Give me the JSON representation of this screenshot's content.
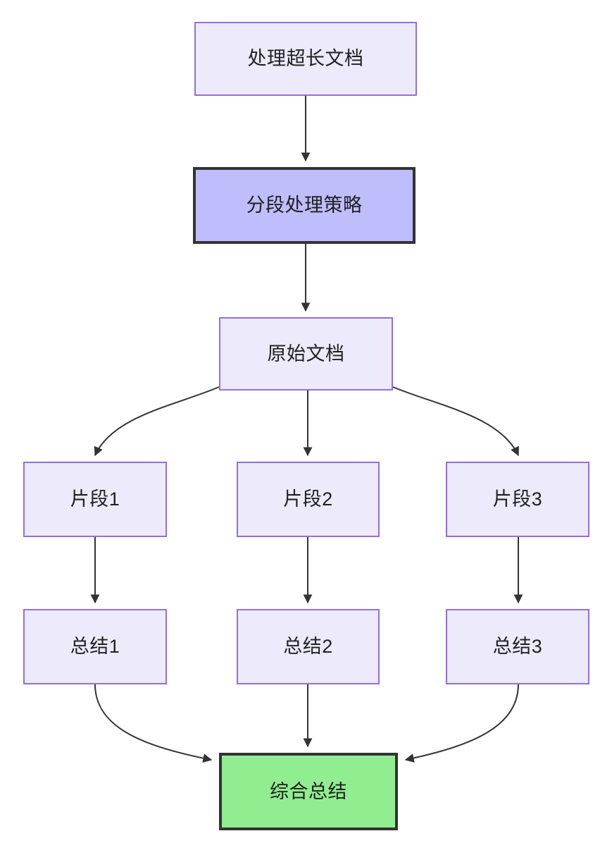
{
  "diagram": {
    "type": "flowchart",
    "direction": "top-down",
    "background_color": "#ffffff",
    "palette": {
      "node_fill": "#ECEAFB",
      "node_border": "#9370DB",
      "highlight_fill": "#BFBDFB",
      "highlight_border": "#333333",
      "result_fill": "#90EE90",
      "result_border": "#333333",
      "edge_color": "#333333",
      "text_color": "#1f2020"
    },
    "nodes": [
      {
        "id": "doc",
        "label": "处理超长文档",
        "style": "normal"
      },
      {
        "id": "strategy",
        "label": "分段处理策略",
        "style": "highlight"
      },
      {
        "id": "source",
        "label": "原始文档",
        "style": "normal"
      },
      {
        "id": "frag1",
        "label": "片段1",
        "style": "normal"
      },
      {
        "id": "frag2",
        "label": "片段2",
        "style": "normal"
      },
      {
        "id": "frag3",
        "label": "片段3",
        "style": "normal"
      },
      {
        "id": "sum1",
        "label": "总结1",
        "style": "normal"
      },
      {
        "id": "sum2",
        "label": "总结2",
        "style": "normal"
      },
      {
        "id": "sum3",
        "label": "总结3",
        "style": "normal"
      },
      {
        "id": "final",
        "label": "综合总结",
        "style": "result"
      }
    ],
    "edges": [
      {
        "from": "doc",
        "to": "strategy",
        "label": ""
      },
      {
        "from": "strategy",
        "to": "source",
        "label": ""
      },
      {
        "from": "source",
        "to": "frag1",
        "label": ""
      },
      {
        "from": "source",
        "to": "frag2",
        "label": ""
      },
      {
        "from": "source",
        "to": "frag3",
        "label": ""
      },
      {
        "from": "frag1",
        "to": "sum1",
        "label": ""
      },
      {
        "from": "frag2",
        "to": "sum2",
        "label": ""
      },
      {
        "from": "frag3",
        "to": "sum3",
        "label": ""
      },
      {
        "from": "sum1",
        "to": "final",
        "label": ""
      },
      {
        "from": "sum2",
        "to": "final",
        "label": ""
      },
      {
        "from": "sum3",
        "to": "final",
        "label": ""
      }
    ]
  }
}
